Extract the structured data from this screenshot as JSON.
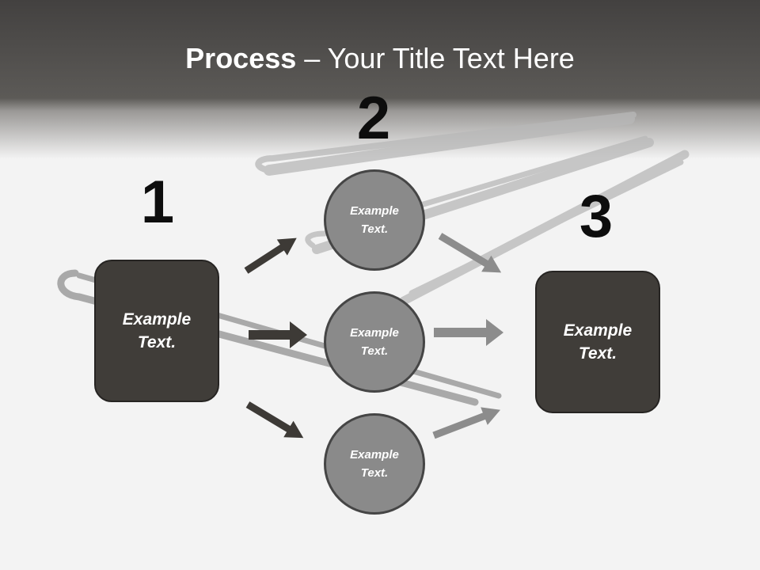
{
  "slide": {
    "title_bold": "Process",
    "title_separator": " – ",
    "title_rest": "Your Title Text Here"
  },
  "steps": [
    {
      "number": "1",
      "text": "Example\nText."
    },
    {
      "number": "2",
      "items": [
        {
          "text": "Example\nText."
        },
        {
          "text": "Example\nText."
        },
        {
          "text": "Example\nText."
        }
      ]
    },
    {
      "number": "3",
      "text": "Example\nText."
    }
  ],
  "colors": {
    "header_band": "#4a4845",
    "dark_box": "#403d39",
    "circle_fill": "#8a8a8a",
    "dark_arrow": "#3d3a36",
    "light_arrow": "#8c8c8c"
  }
}
